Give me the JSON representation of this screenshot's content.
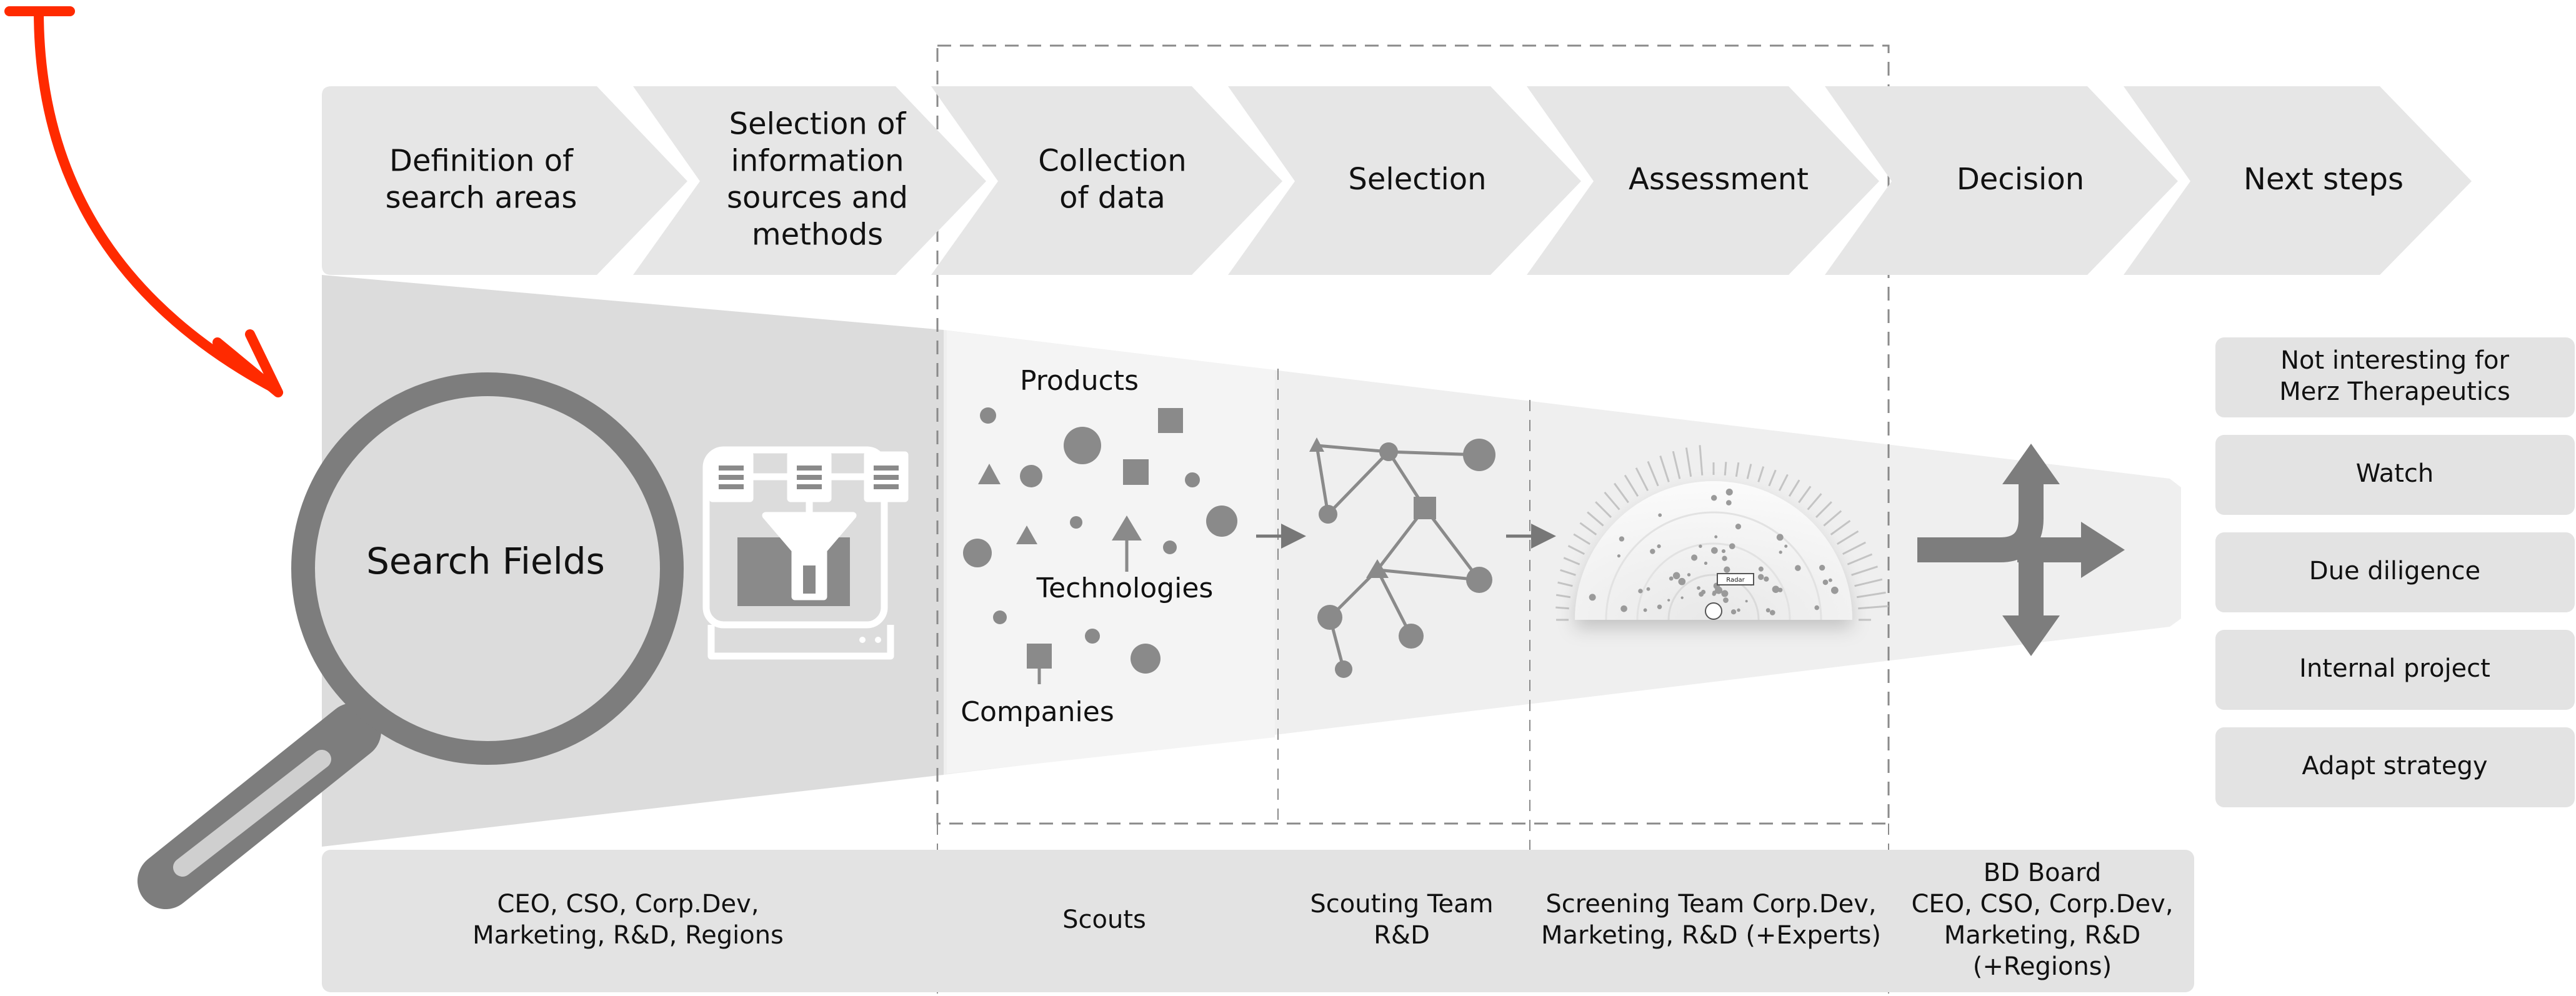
{
  "steps": [
    {
      "lines": [
        "Definition of",
        "search areas"
      ]
    },
    {
      "lines": [
        "Selection of",
        "information",
        "sources and",
        "methods"
      ]
    },
    {
      "lines": [
        "Collection",
        "of data"
      ]
    },
    {
      "lines": [
        "Selection"
      ]
    },
    {
      "lines": [
        "Assessment"
      ]
    },
    {
      "lines": [
        "Decision"
      ]
    },
    {
      "lines": [
        "Next steps"
      ]
    }
  ],
  "funnel": {
    "search_fields": "Search Fields",
    "products": "Products",
    "technologies": "Technologies",
    "companies": "Companies",
    "radar_tag": "Radar"
  },
  "outcomes": [
    {
      "lines": [
        "Not interesting for",
        "Merz Therapeutics"
      ]
    },
    {
      "lines": [
        "Watch"
      ]
    },
    {
      "lines": [
        "Due diligence"
      ]
    },
    {
      "lines": [
        "Internal project"
      ]
    },
    {
      "lines": [
        "Adapt strategy"
      ]
    }
  ],
  "roles": [
    {
      "lines": [
        "CEO, CSO, Corp.Dev,",
        "Marketing, R&D, Regions"
      ]
    },
    {
      "lines": [
        "Scouts"
      ]
    },
    {
      "lines": [
        "Scouting Team",
        "R&D"
      ]
    },
    {
      "lines": [
        "Screening Team Corp.Dev,",
        "Marketing, R&D (+Experts)"
      ]
    },
    {
      "lines": [
        "BD Board",
        "CEO, CSO, Corp.Dev,",
        "Marketing, R&D",
        "(+Regions)"
      ]
    }
  ],
  "colors": {
    "chevron": "#e6e6e6",
    "funnel_dark": "#dcdcdc",
    "funnel_light": "#f0f0f0",
    "icon_gray": "#8a8a8a",
    "accent_red": "#ff2a00",
    "outcome_box": "#e3e3e3",
    "role_box": "#e3e3e3"
  }
}
